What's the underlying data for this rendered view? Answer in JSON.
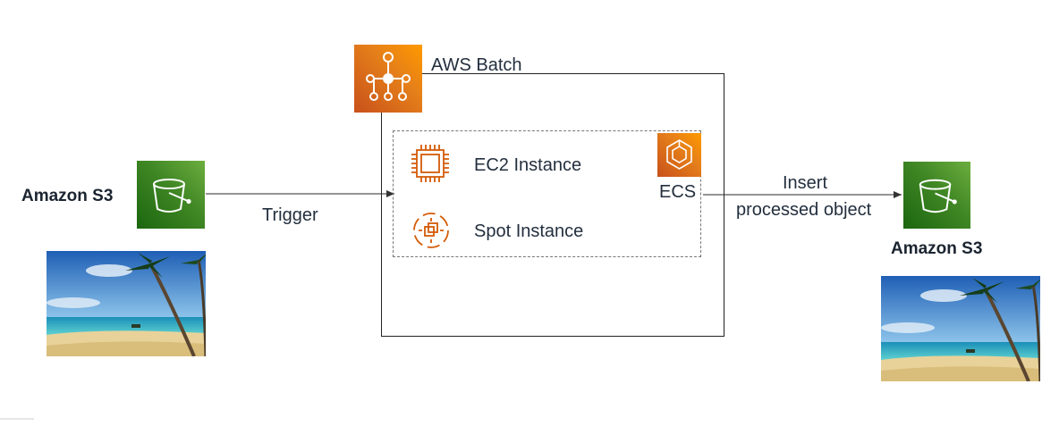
{
  "diagram": {
    "left_service": {
      "label": "Amazon S3",
      "icon": "s3-bucket-icon",
      "color": "#3f8624"
    },
    "right_service": {
      "label": "Amazon S3",
      "icon": "s3-bucket-icon",
      "color": "#3f8624"
    },
    "batch": {
      "label": "AWS Batch",
      "icon": "aws-batch-icon",
      "color": "#e57f1a"
    },
    "ecs": {
      "label": "ECS",
      "icon": "ecs-icon"
    },
    "instances": [
      {
        "label": "EC2 Instance",
        "icon": "ec2-chip-icon"
      },
      {
        "label": "Spot Instance",
        "icon": "spot-instance-icon"
      }
    ],
    "edges": {
      "trigger": "Trigger",
      "insert_line1": "Insert",
      "insert_line2": "processed object"
    },
    "images": [
      "beach-photo",
      "beach-photo"
    ]
  }
}
